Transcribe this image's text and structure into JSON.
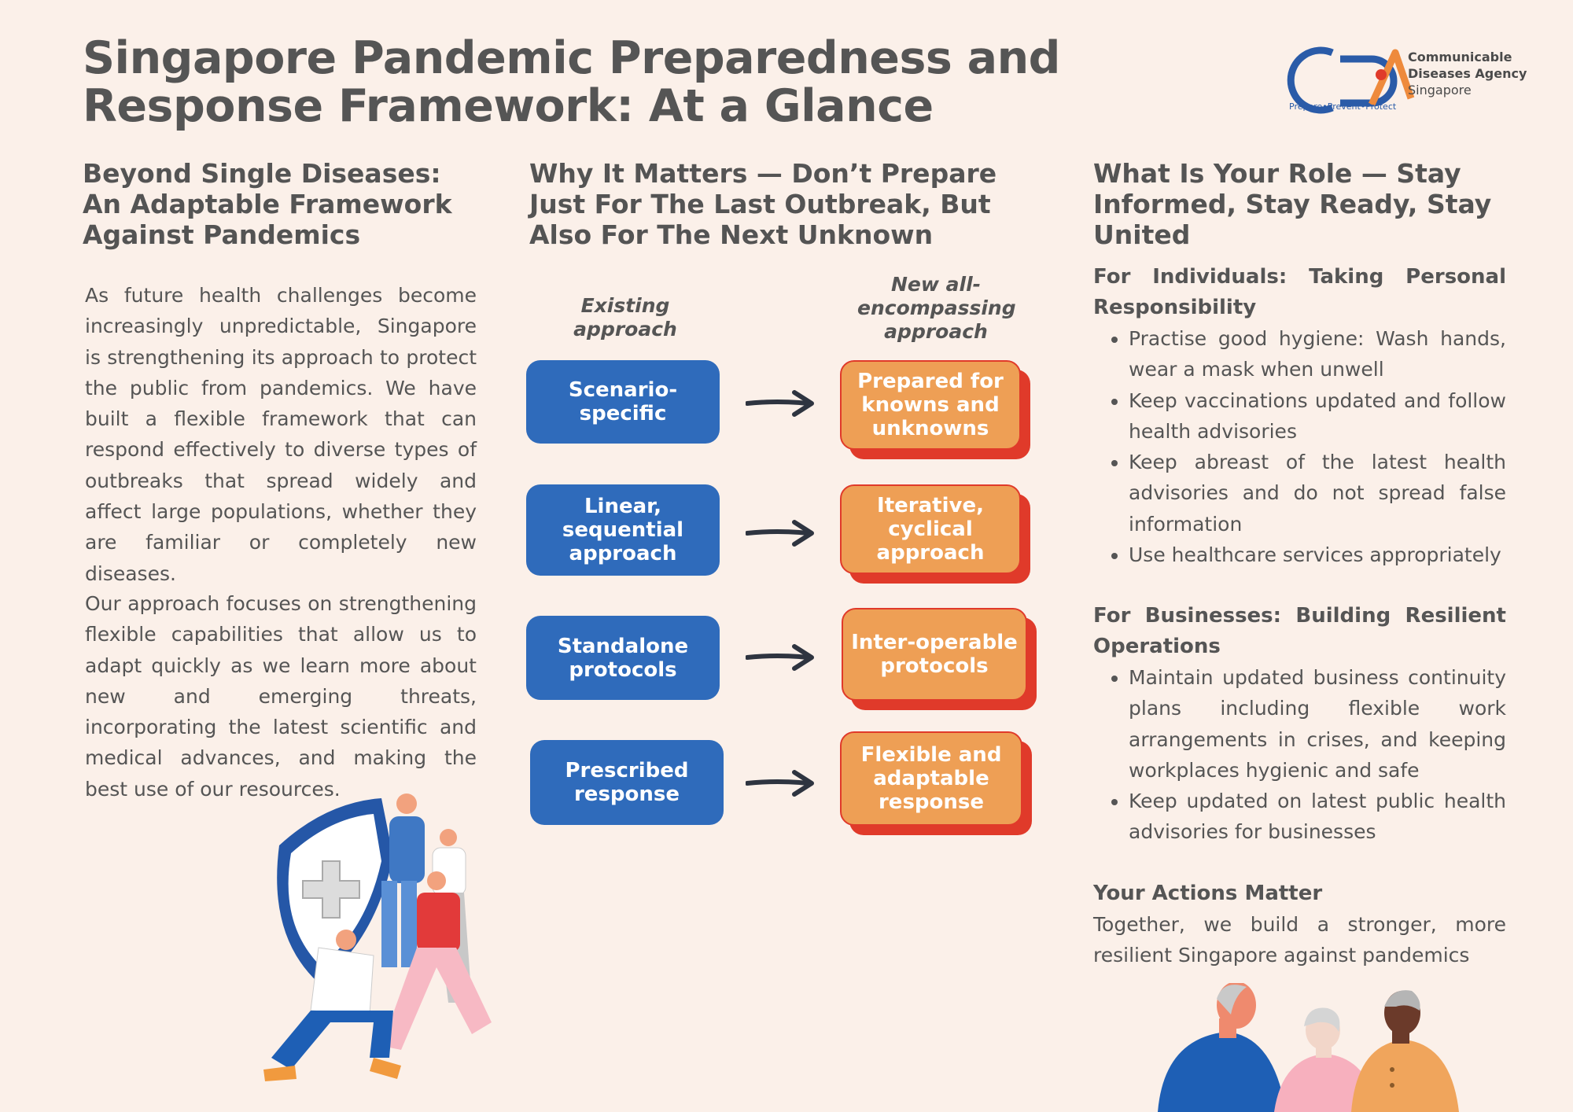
{
  "title": "Singapore Pandemic Preparedness and Response Framework: At a Glance",
  "logo": {
    "line1": "Communicable",
    "line2": "Diseases Agency",
    "line3": "Singapore",
    "tagline": "Prepare•Prevent•Protect",
    "colors": {
      "blue": "#2a5ba8",
      "orange": "#ee8a3c",
      "red": "#e03a2a"
    }
  },
  "col1": {
    "heading_lines": [
      "Beyond Single Diseases:",
      "An Adaptable Framework",
      "Against Pandemics"
    ],
    "para1": "As future health challenges become increasingly unpredictable, Singapore is strengthening its approach to protect the public from pandemics. We have built a flexible framework that can respond effectively to diverse types of outbreaks that spread widely and affect large populations, whether they are familiar or completely new diseases.",
    "para2": "Our approach focuses on strengthening flexible capabilities that allow us to adapt quickly as we learn more about new and emerging threats, incorporating the latest scientific and medical advances, and making the best use of our resources.",
    "illustration": "healthcare-workers-with-shield-illustration"
  },
  "col2": {
    "heading_lines": [
      "Why It Matters — Don’t Prepare",
      "Just For The Last Outbreak, But",
      "Also For The Next Unknown"
    ],
    "existing_label": "Existing approach",
    "new_label_lines": [
      "New all-",
      "encompassing",
      "approach"
    ],
    "rows": [
      {
        "from": [
          "Scenario-specific"
        ],
        "to": [
          "Prepared for",
          "knowns and",
          "unknowns"
        ]
      },
      {
        "from": [
          "Linear,",
          "sequential",
          "approach"
        ],
        "to": [
          "Iterative, cyclical",
          "approach"
        ]
      },
      {
        "from": [
          "Standalone",
          "protocols"
        ],
        "to": [
          "Inter-operable",
          "protocols"
        ]
      },
      {
        "from": [
          "Prescribed",
          "response"
        ],
        "to": [
          "Flexible and",
          "adaptable",
          "response"
        ]
      }
    ],
    "colors": {
      "existing": "#2f6bbb",
      "new": "#ee9f55",
      "new_shadow": "#e03a2a",
      "arrow": "#2e3440"
    }
  },
  "col3": {
    "heading_lines": [
      "What Is Your Role — Stay",
      "Informed, Stay Ready, Stay United"
    ],
    "individuals": {
      "heading": "For Individuals: Taking Personal Responsibility",
      "items": [
        "Practise good hygiene: Wash hands, wear a mask when unwell",
        "Keep vaccinations updated and follow health advisories",
        "Keep abreast of the latest health advisories and do not spread false information",
        "Use healthcare services appropriately"
      ]
    },
    "businesses": {
      "heading": "For Businesses: Building Resilient Operations",
      "items": [
        "Maintain updated business continuity plans including flexible work arrangements in crises, and keeping workplaces hygienic and safe",
        "Keep updated on latest public health advisories for businesses"
      ]
    },
    "actions": {
      "heading": "Your Actions Matter",
      "text": "Together, we build a stronger, more resilient Singapore against pandemics"
    },
    "illustration": "three-seniors-illustration"
  }
}
